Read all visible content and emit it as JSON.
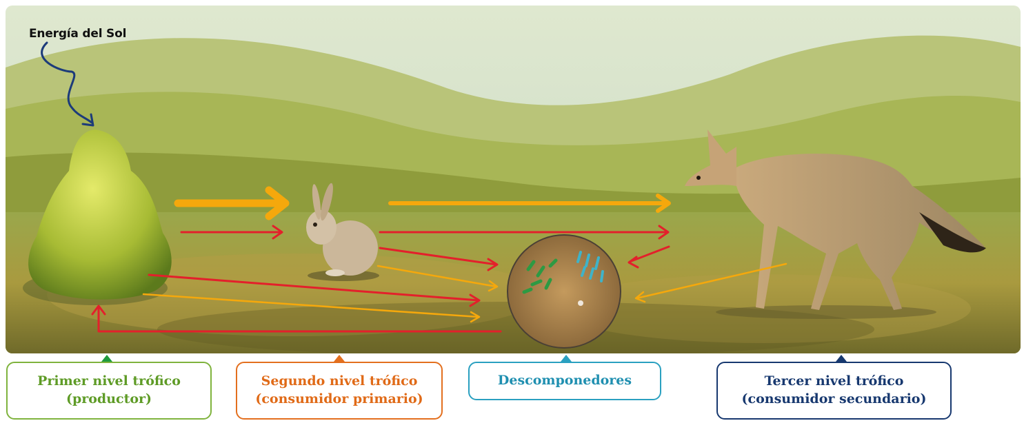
{
  "sun_label": "Energía del Sol",
  "levels": {
    "primer": {
      "line1": "Primer nivel trófico",
      "line2": "(productor)"
    },
    "segundo": {
      "line1": "Segundo nivel trófico",
      "line2": "(consumidor primario)"
    },
    "descomponedores": {
      "line1": "Descomponedores"
    },
    "tercer": {
      "line1": "Tercer nivel trófico",
      "line2": "(consumidor secundario)"
    }
  },
  "colors": {
    "energy_arrow": "#f5a80c",
    "matter_arrow": "#e3202b",
    "sun_arrow": "#1c3b7a",
    "productor": "#7fb33d",
    "consumidor_primario": "#e36f1e",
    "descomponedores": "#2aa0c0",
    "consumidor_secundario": "#17386f"
  },
  "icons": [
    "bush-illustration",
    "rabbit-illustration",
    "fox-illustration",
    "microorganisms-circle"
  ]
}
